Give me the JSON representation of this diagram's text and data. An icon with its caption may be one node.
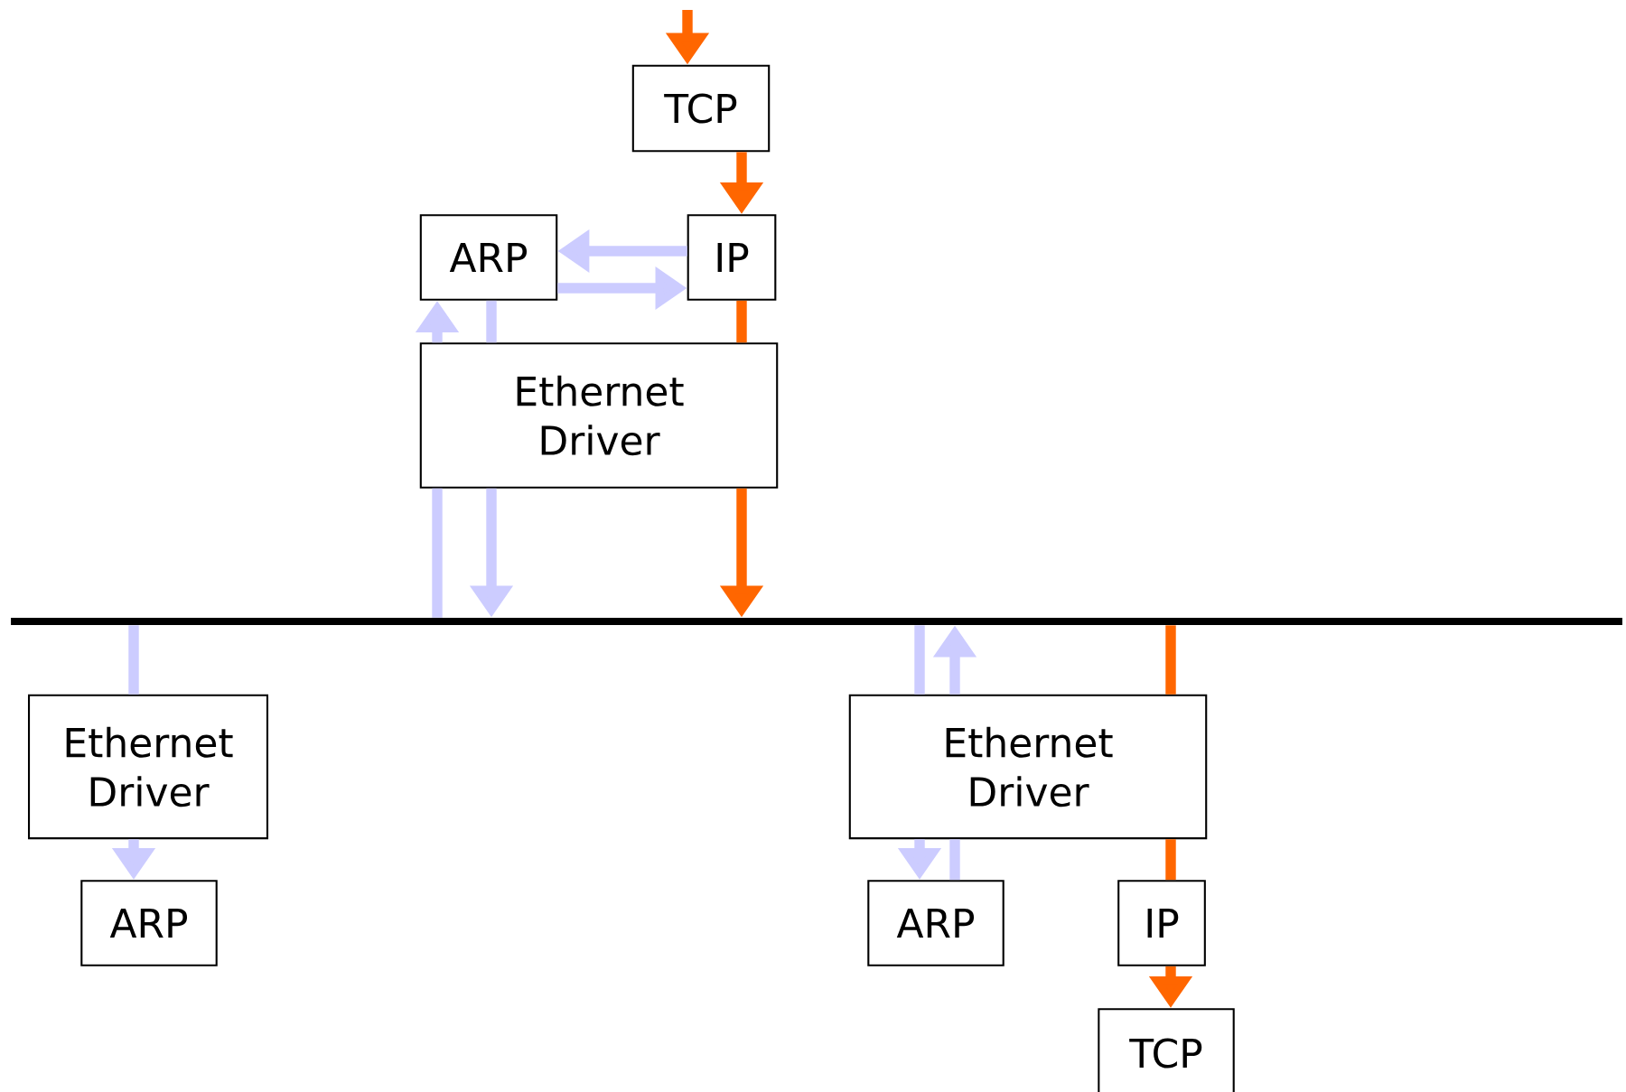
{
  "diagram": {
    "nodes": [
      {
        "text": [
          "TCP"
        ]
      },
      {
        "text": [
          "ARP"
        ]
      },
      {
        "text": [
          "IP"
        ]
      },
      {
        "text": [
          "Ethernet Driver"
        ]
      },
      {
        "text": [],
        "shape": "bar"
      },
      {
        "text": [
          "Ethernet Driver"
        ]
      },
      {
        "text": [
          "ARP"
        ]
      },
      {
        "text": [
          "Ethernet Driver"
        ]
      },
      {
        "text": [
          "ARP"
        ]
      },
      {
        "text": [
          "IP"
        ]
      },
      {
        "text": [
          "TCP"
        ]
      }
    ],
    "edges": [
      {
        "from": null,
        "to": 0,
        "arrow": "to",
        "color": "#ff6600"
      },
      {
        "from": 0,
        "to": 2,
        "arrow": "to",
        "color": "#ff6600"
      },
      {
        "from": 2,
        "to": 1,
        "arrow": "to"
      },
      {
        "from": 1,
        "to": 2,
        "arrow": "to"
      },
      {
        "from": 1,
        "to": 3,
        "arrow": "none"
      },
      {
        "from": 3,
        "to": 4,
        "arrow": "to"
      },
      {
        "from": 4,
        "to": 3,
        "arrow": "none"
      },
      {
        "from": 3,
        "to": 1,
        "arrow": "to"
      },
      {
        "from": 2,
        "to": 3,
        "arrow": "none",
        "color": "#ff6600"
      },
      {
        "from": 3,
        "to": 4,
        "arrow": "to",
        "color": "#ff6600"
      },
      {
        "from": 4,
        "to": 5,
        "arrow": "none"
      },
      {
        "from": 5,
        "to": 6,
        "arrow": "to"
      },
      {
        "from": 4,
        "to": 7,
        "arrow": "none"
      },
      {
        "from": 7,
        "to": 8,
        "arrow": "to"
      },
      {
        "from": 8,
        "to": 7,
        "arrow": "none"
      },
      {
        "from": 7,
        "to": 4,
        "arrow": "to"
      },
      {
        "from": 4,
        "to": 7,
        "arrow": "none",
        "color": "#ff6600"
      },
      {
        "from": 7,
        "to": 9,
        "arrow": "none",
        "color": "#ff6600"
      },
      {
        "from": 9,
        "to": 10,
        "arrow": "to",
        "color": "#ff6600"
      }
    ]
  }
}
